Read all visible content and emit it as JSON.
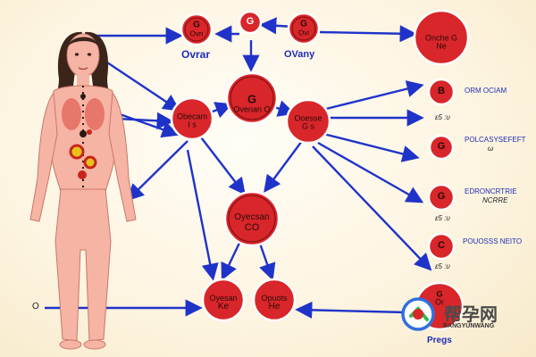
{
  "colors": {
    "arrow": "#1f33c9",
    "node_fill": "#d8262a",
    "node_ring": "#ffffff",
    "body_fill": "#f6b4a4",
    "hair": "#3b2419",
    "text_blue": "#1d2db5"
  },
  "figure": {
    "icon": "human-body-illustration"
  },
  "nodes": {
    "top_left": {
      "text": "G",
      "sub": "Ovn"
    },
    "top_mid": {
      "text": "G",
      "sub": ""
    },
    "top_right": {
      "text": "G",
      "sub": "Ovi"
    },
    "upper_center": {
      "text": "G",
      "sub": "Ovenan O"
    },
    "mid_left": {
      "text": "Obecam",
      "sub": "I s"
    },
    "mid_right": {
      "text": "Ooesse",
      "sub": "G s"
    },
    "center": {
      "text": "Oyecsan",
      "sub": "CO"
    },
    "bottom_left": {
      "text": "Oyesan",
      "sub": "Ke"
    },
    "bottom_mid": {
      "text": "Opuots",
      "sub": "He"
    },
    "bottom_right": {
      "text": "G",
      "sub": "Or"
    },
    "right_top": {
      "text": "Onche G",
      "sub": "Ne"
    },
    "right_1": {
      "text": "B",
      "sub": ""
    },
    "right_2": {
      "text": "G",
      "sub": ""
    },
    "right_3": {
      "text": "G",
      "sub": ""
    },
    "right_4": {
      "text": "C",
      "sub": ""
    }
  },
  "labels": {
    "ovar": "Ovrar",
    "ovany": "OVany",
    "cam": "ORM OCIAM",
    "cam_sub": "ε5 :υ",
    "polycyst": "POLCASYSEFEFT",
    "polycyst_sub": "ω",
    "endocrine": "EDRONCRTRIE",
    "endocrine_sub": "NCRRE",
    "endocrine_sub2": "ε5 :υ",
    "pcos": "POUOSSS NEITO",
    "pcos_sub": "ε5 :υ",
    "left_marker": "O",
    "bottom_right": "Pregs"
  },
  "watermark": {
    "icon": "bang-yun-logo-icon",
    "text": "帮孕网",
    "sub": "BANGYUNWANG"
  }
}
